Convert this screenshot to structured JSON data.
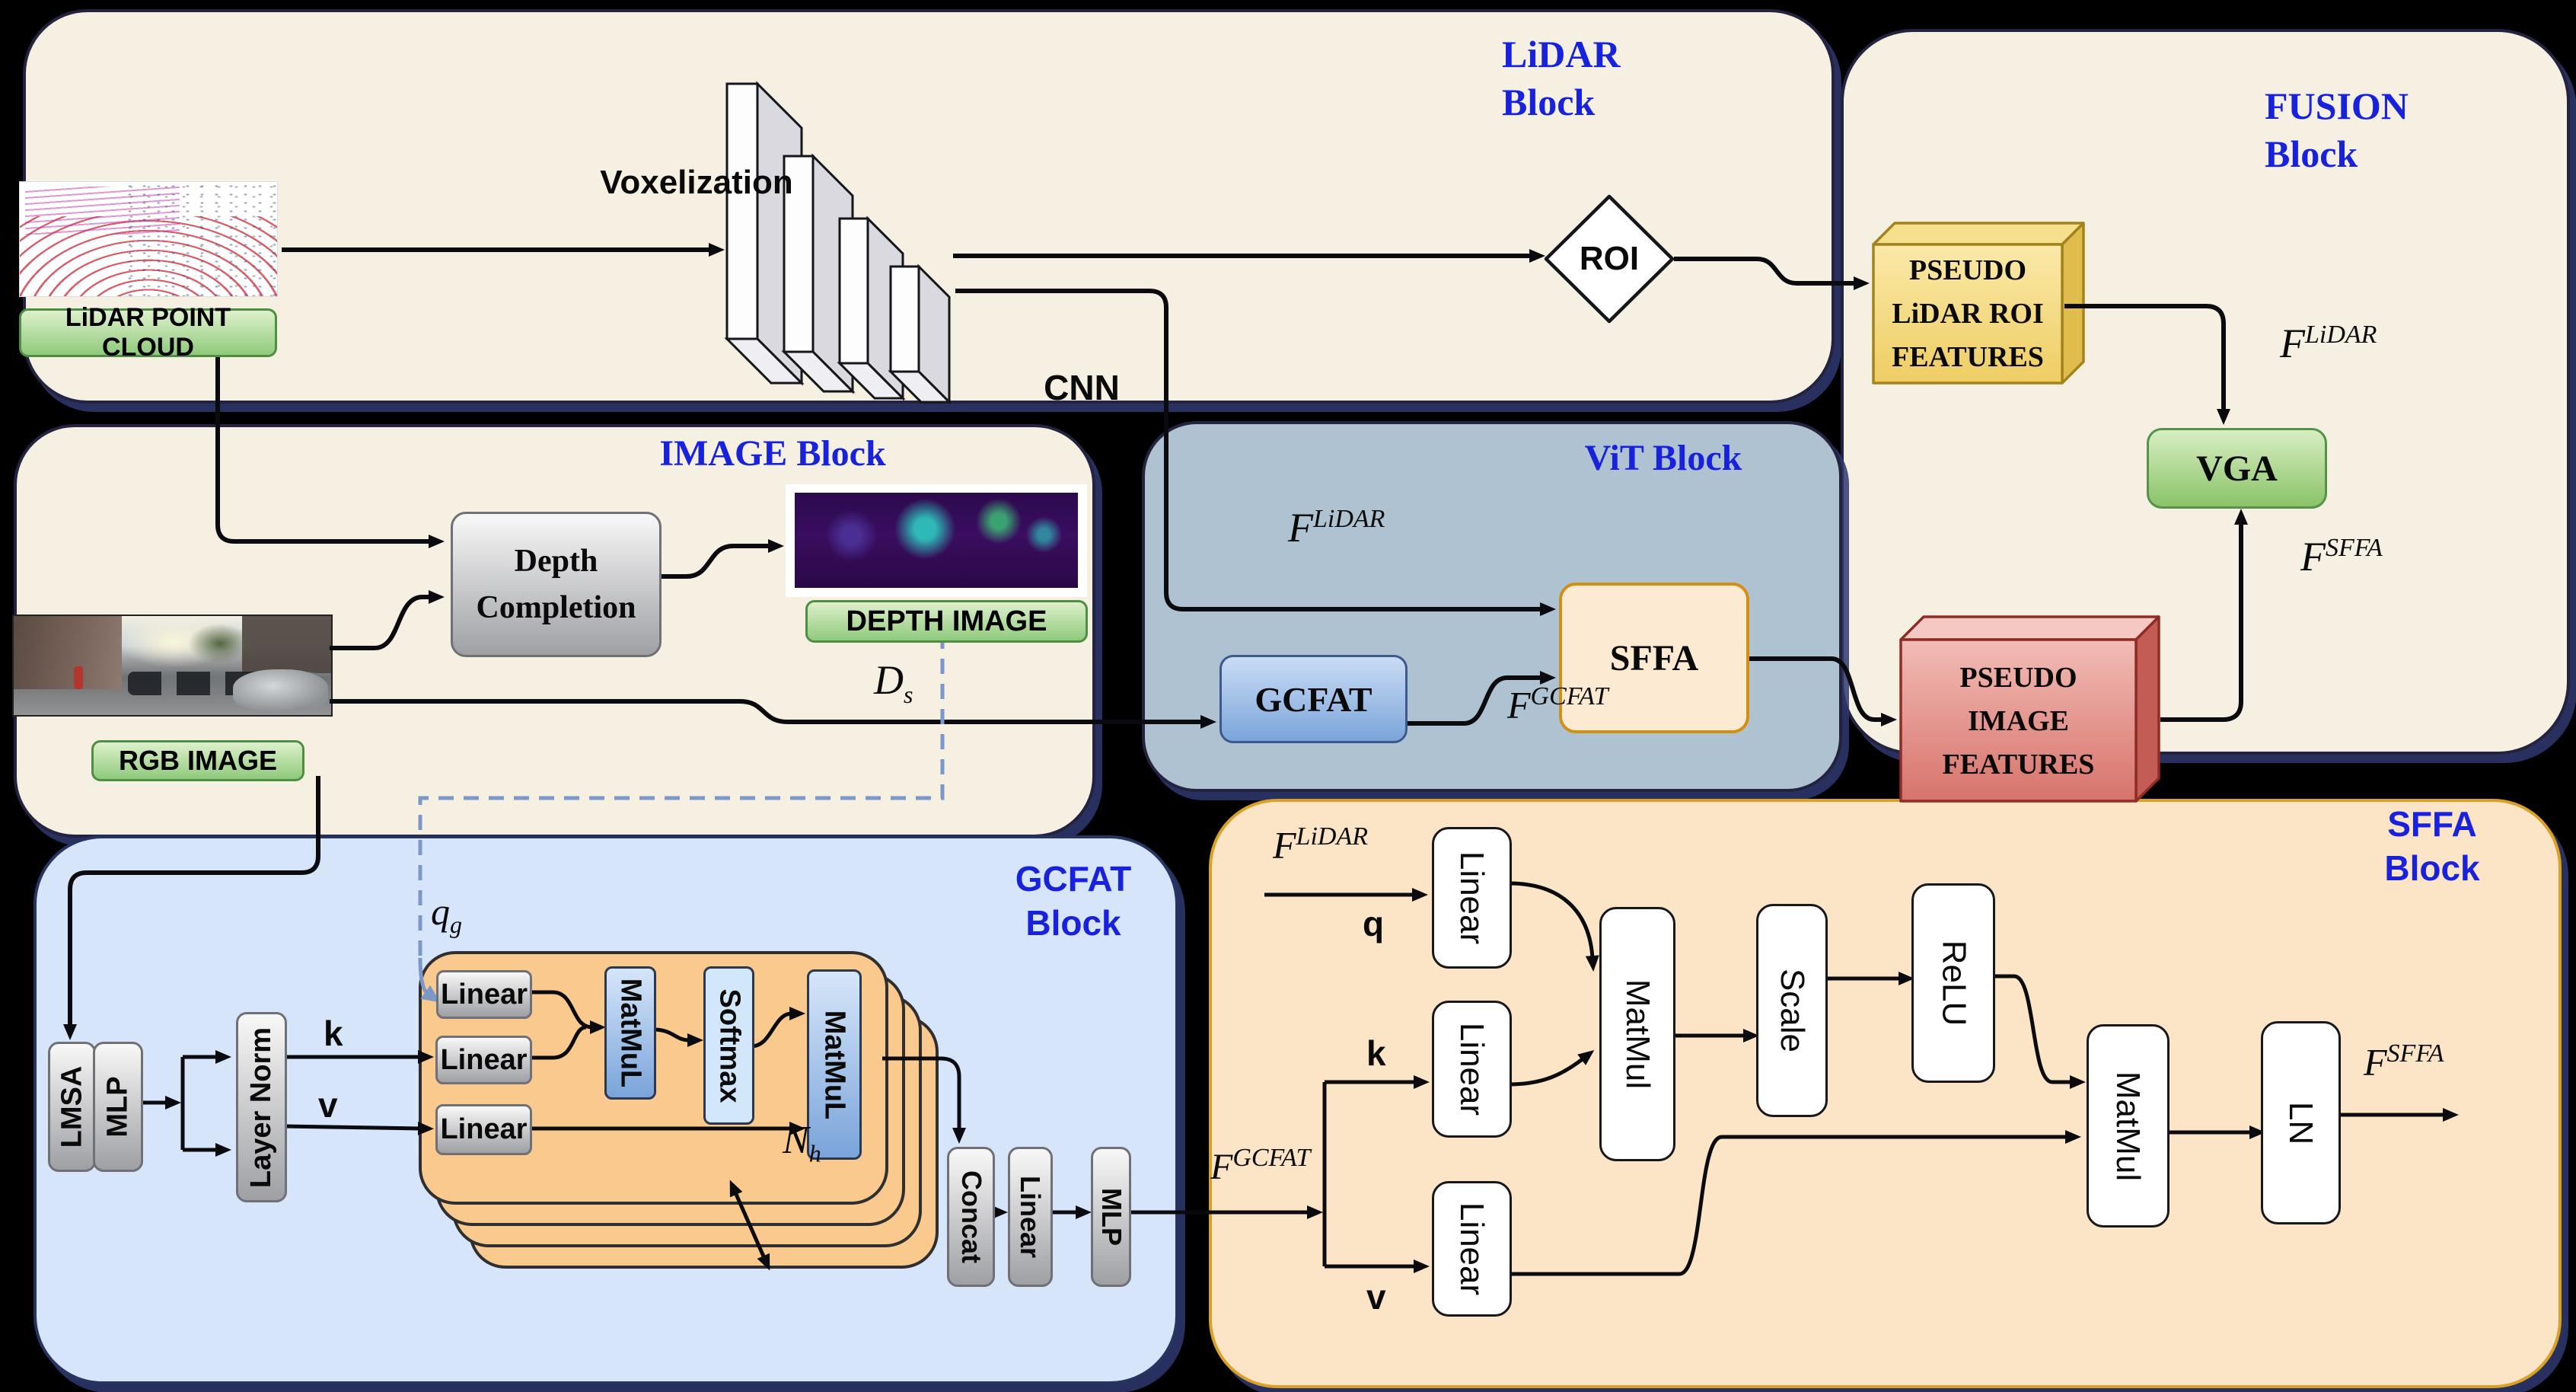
{
  "lidar_block": {
    "title": {
      "line1": "LiDAR",
      "line2": "Block"
    },
    "pointcloud_label": "LiDAR POINT CLOUD",
    "voxelization_label": "Voxelization",
    "cnn_label": "CNN",
    "roi_label": "ROI"
  },
  "image_block": {
    "title": "IMAGE Block",
    "rgb_label": "RGB IMAGE",
    "depth_completion": {
      "line1": "Depth",
      "line2": "Completion"
    },
    "depth_image_label": "DEPTH IMAGE",
    "ds": {
      "base": "D",
      "sub": "s"
    }
  },
  "vit_block": {
    "title": "ViT Block",
    "f_lidar": {
      "base": "F",
      "sup": "LiDAR"
    },
    "gcfat_label": "GCFAT",
    "sffa_label": "SFFA",
    "f_gcfat": {
      "base": "F",
      "sup": "GCFAT"
    }
  },
  "fusion_block": {
    "title": {
      "line1": "FUSION",
      "line2": "Block"
    },
    "pseudo_lidar": {
      "line1": "PSEUDO",
      "line2": "LiDAR ROI",
      "line3": "FEATURES"
    },
    "f_lidar": {
      "base": "F",
      "sup": "LiDAR"
    },
    "vga_label": "VGA",
    "f_sffa": {
      "base": "F",
      "sup": "SFFA"
    },
    "pseudo_image": {
      "line1": "PSEUDO",
      "line2": "IMAGE",
      "line3": "FEATURES"
    }
  },
  "gcfat_block": {
    "title": {
      "line1": "GCFAT",
      "line2": "Block"
    },
    "qg": {
      "base": "q",
      "sub": "g"
    },
    "lmsa": "LMSA",
    "mlp": "MLP",
    "layer_norm": "Layer Norm",
    "k": "k",
    "v": "v",
    "head": {
      "linear1": "Linear",
      "linear2": "Linear",
      "linear3": "Linear",
      "matmul1": "MatMuL",
      "softmax": "Softmax",
      "matmul2": "MatMuL"
    },
    "nh": {
      "base": "N",
      "sub": "h"
    },
    "concat": "Concat",
    "linear_out": "Linear",
    "mlp_out": "MLP"
  },
  "sffa_block": {
    "title": {
      "line1": "SFFA",
      "line2": "Block"
    },
    "f_lidar": {
      "base": "F",
      "sup": "LiDAR"
    },
    "f_gcfat": {
      "base": "F",
      "sup": "GCFAT"
    },
    "q": "q",
    "k": "k",
    "v": "v",
    "linear_q": "Linear",
    "linear_k": "Linear",
    "linear_v": "Linear",
    "matmul1": "MatMul",
    "scale": "Scale",
    "relu": "ReLU",
    "matmul2": "MatMul",
    "ln": "LN",
    "f_sffa": {
      "base": "F",
      "sup": "SFFA"
    }
  },
  "colors": {
    "background": "#000000",
    "panel_cream": "#f5f0e2",
    "panel_vit": "#aec2d2",
    "panel_gcfat": "#d7e5fb",
    "panel_sffa": "#fce4c6",
    "attention_head_orange": "#f9c98e",
    "title_blue": "#1822dd",
    "dash_blue": "#7b98c9",
    "label_green": "#a9d58f",
    "pseudo_lidar_yellow": "#f4d878",
    "pseudo_image_red": "#e59a93",
    "vga_green": "#a8d488",
    "gcfat_box_blue": "#9dbde8",
    "sffa_box_peach": "#fcead2"
  }
}
